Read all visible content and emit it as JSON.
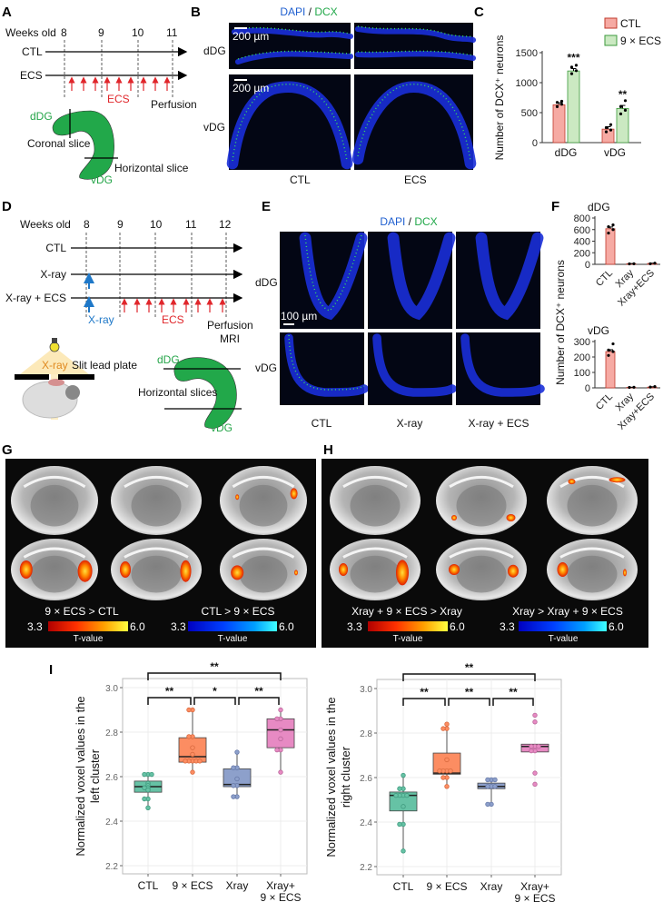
{
  "panels": {
    "A": {
      "letter": "A",
      "weeks_label": "Weeks old",
      "weeks": [
        "8",
        "9",
        "10",
        "11"
      ],
      "rows": [
        "CTL",
        "ECS"
      ],
      "ecs_label": "ECS",
      "perfusion_label": "Perfusion",
      "ddg": "dDG",
      "vdg": "vDG",
      "coronal": "Coronal slice",
      "horizontal": "Horizontal slice"
    },
    "B": {
      "letter": "B",
      "stain_dapi": "DAPI",
      "stain_sep": " / ",
      "stain_dcx": "DCX",
      "rows": [
        "dDG",
        "vDG"
      ],
      "cols": [
        "CTL",
        "ECS"
      ],
      "scale_bar": "200 µm"
    },
    "C": {
      "letter": "C"
    },
    "D": {
      "letter": "D",
      "weeks_label": "Weeks old",
      "weeks": [
        "8",
        "9",
        "10",
        "11",
        "12"
      ],
      "rows": [
        "CTL",
        "X-ray",
        "X-ray + ECS"
      ],
      "xray_label": "X-ray",
      "ecs_label": "ECS",
      "perfusion_label": "Perfusion",
      "mri_label": "MRI",
      "xray_source": "X-ray",
      "plate_label": "Slit lead plate",
      "ddg": "dDG",
      "vdg": "vDG",
      "slices": "Horizontal slices"
    },
    "E": {
      "letter": "E",
      "stain_dapi": "DAPI",
      "stain_sep": " / ",
      "stain_dcx": "DCX",
      "rows": [
        "dDG",
        "vDG"
      ],
      "cols": [
        "CTL",
        "X-ray",
        "X-ray + ECS"
      ],
      "scale_bar": "100 µm"
    },
    "F": {
      "letter": "F"
    },
    "G": {
      "letter": "G",
      "contrast_pos": "9 × ECS > CTL",
      "contrast_neg": "CTL > 9 × ECS",
      "cbar_min": "3.3",
      "cbar_max": "6.0",
      "cbar_label": "T-value"
    },
    "H": {
      "letter": "H",
      "contrast_pos": "Xray + 9 × ECS > Xray",
      "contrast_neg": "Xray > Xray + 9 × ECS",
      "cbar_min": "3.3",
      "cbar_max": "6.0",
      "cbar_label": "T-value"
    },
    "I": {
      "letter": "I"
    }
  },
  "colors": {
    "ctl_bar": "#f6aaa3",
    "ecs_bar": "#cbe9c2",
    "ecs_arrow": "#e0262b",
    "xray_arrow": "#1f78c8",
    "hippocampus": "#22a84a",
    "box_ctl": "#66c2a5",
    "box_ecs": "#fc8d62",
    "box_xray": "#8da0cb",
    "box_xray_ecs": "#e78ac3"
  },
  "chart_data": [
    {
      "id": "C",
      "type": "bar",
      "categories": [
        "dDG",
        "vDG"
      ],
      "ylabel": "Number of DCX⁺ neurons",
      "ylim": [
        0,
        1500
      ],
      "yticks": [
        "0",
        "500",
        "1000",
        "1500"
      ],
      "legend": "top-right",
      "series": [
        {
          "name": "CTL",
          "values": [
            630,
            225
          ],
          "sem": [
            35,
            40
          ],
          "points": [
            [
              600,
              640,
              670,
              690
            ],
            [
              180,
              210,
              250,
              300
            ]
          ]
        },
        {
          "name": "9 × ECS",
          "values": [
            1195,
            570
          ],
          "sem": [
            40,
            50
          ],
          "points": [
            [
              1150,
              1200,
              1260,
              1290
            ],
            [
              480,
              540,
              600,
              700
            ]
          ]
        }
      ],
      "annotations": [
        "***",
        "**"
      ]
    },
    {
      "id": "F-dDG",
      "type": "bar",
      "title": "dDG",
      "categories": [
        "CTL",
        "Xray",
        "Xray+ECS"
      ],
      "ylabel": "Number of DCX⁺ neurons",
      "ylim": [
        0,
        800
      ],
      "yticks": [
        "0",
        "200",
        "400",
        "600",
        "800"
      ],
      "values": [
        615,
        10,
        15
      ],
      "sem": [
        30,
        3,
        5
      ],
      "points": [
        [
          540,
          600,
          650,
          680
        ],
        [
          8,
          10
        ],
        [
          10,
          20
        ]
      ]
    },
    {
      "id": "F-vDG",
      "type": "bar",
      "title": "vDG",
      "categories": [
        "CTL",
        "Xray",
        "Xray+ECS"
      ],
      "ylim": [
        0,
        300
      ],
      "yticks": [
        "0",
        "100",
        "200",
        "300"
      ],
      "values": [
        235,
        3,
        5
      ],
      "sem": [
        12,
        1,
        2
      ],
      "points": [
        [
          210,
          235,
          245,
          285
        ],
        [
          3,
          4
        ],
        [
          5,
          8
        ]
      ]
    },
    {
      "id": "I-left",
      "type": "box",
      "categories": [
        "CTL",
        "9 × ECS",
        "Xray",
        "Xray+\n9 × ECS"
      ],
      "ylabel": "Normalized voxel values in the\nleft  cluster",
      "ylim": [
        2.17,
        3.04
      ],
      "yticks": [
        "2.2",
        "2.4",
        "2.6",
        "2.8",
        "3.0"
      ],
      "grid": true,
      "boxes": [
        {
          "q1": 2.53,
          "median": 2.555,
          "q3": 2.58,
          "low": 2.46,
          "high": 2.61,
          "points": [
            2.61,
            2.61,
            2.61,
            2.57,
            2.56,
            2.55,
            2.55,
            2.54,
            2.5,
            2.5,
            2.46
          ]
        },
        {
          "q1": 2.665,
          "median": 2.69,
          "q3": 2.775,
          "low": 2.62,
          "high": 2.9,
          "points": [
            2.9,
            2.9,
            2.78,
            2.78,
            2.73,
            2.7,
            2.67,
            2.67,
            2.67,
            2.67,
            2.67,
            2.62
          ]
        },
        {
          "q1": 2.555,
          "median": 2.565,
          "q3": 2.635,
          "low": 2.51,
          "high": 2.71,
          "points": [
            2.71,
            2.64,
            2.64,
            2.59,
            2.56,
            2.56,
            2.51,
            2.51
          ]
        },
        {
          "q1": 2.73,
          "median": 2.81,
          "q3": 2.86,
          "low": 2.62,
          "high": 2.9,
          "points": [
            2.9,
            2.86,
            2.86,
            2.81,
            2.77,
            2.72,
            2.72,
            2.62
          ]
        }
      ],
      "significance": [
        {
          "pair": [
            0,
            1
          ],
          "label": "**"
        },
        {
          "pair": [
            1,
            2
          ],
          "label": "*"
        },
        {
          "pair": [
            2,
            3
          ],
          "label": "**"
        },
        {
          "pair": [
            0,
            3
          ],
          "label": "**"
        }
      ]
    },
    {
      "id": "I-right",
      "type": "box",
      "categories": [
        "CTL",
        "9 × ECS",
        "Xray",
        "Xray+\n9 × ECS"
      ],
      "ylabel": "Normalized voxel values in the\nright cluster",
      "ylim": [
        2.17,
        3.04
      ],
      "yticks": [
        "2.2",
        "2.4",
        "2.6",
        "2.8",
        "3.0"
      ],
      "grid": true,
      "boxes": [
        {
          "q1": 2.45,
          "median": 2.52,
          "q3": 2.535,
          "low": 2.27,
          "high": 2.61,
          "points": [
            2.61,
            2.55,
            2.55,
            2.52,
            2.52,
            2.52,
            2.52,
            2.47,
            2.39,
            2.39,
            2.27
          ]
        },
        {
          "q1": 2.615,
          "median": 2.62,
          "q3": 2.71,
          "low": 2.56,
          "high": 2.84,
          "points": [
            2.84,
            2.82,
            2.82,
            2.68,
            2.63,
            2.63,
            2.63,
            2.63,
            2.6,
            2.6,
            2.56
          ]
        },
        {
          "q1": 2.55,
          "median": 2.56,
          "q3": 2.575,
          "low": 2.48,
          "high": 2.59,
          "points": [
            2.59,
            2.59,
            2.59,
            2.56,
            2.56,
            2.56,
            2.48,
            2.48
          ]
        },
        {
          "q1": 2.715,
          "median": 2.74,
          "q3": 2.75,
          "low": 2.72,
          "high": 2.75,
          "points": [
            2.88,
            2.85,
            2.74,
            2.74,
            2.74,
            2.72,
            2.72,
            2.62,
            2.57
          ]
        }
      ],
      "significance": [
        {
          "pair": [
            0,
            1
          ],
          "label": "**"
        },
        {
          "pair": [
            1,
            2
          ],
          "label": "**"
        },
        {
          "pair": [
            2,
            3
          ],
          "label": "**"
        },
        {
          "pair": [
            0,
            3
          ],
          "label": "**"
        }
      ]
    }
  ]
}
